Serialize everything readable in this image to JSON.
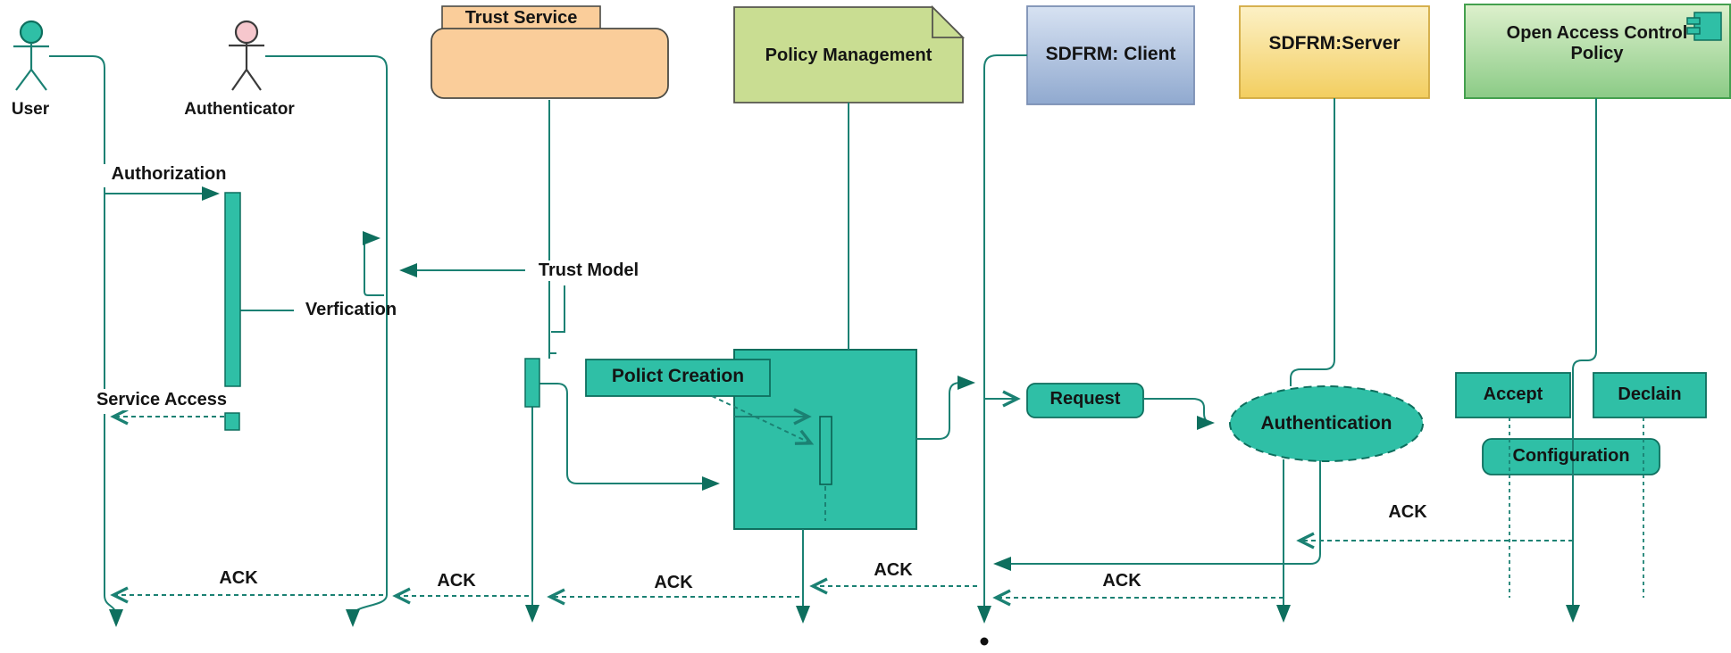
{
  "diagram": {
    "actors": {
      "user": "User",
      "authenticator": "Authenticator"
    },
    "components": {
      "trust_service": "Trust Service",
      "policy_management": "Policy Management",
      "sdfrm_client": "SDFRM: Client",
      "sdfrm_server": "SDFRM:Server",
      "open_access_control_policy": "Open Access Control Policy"
    },
    "messages": {
      "authorization": "Authorization",
      "verification": "Verfication",
      "trust_model": "Trust Model",
      "service_access": "Service Access",
      "policy_creation": "Polict Creation",
      "request": "Request",
      "authentication": "Authentication",
      "accept": "Accept",
      "declain": "Declain",
      "configuration": "Configuration",
      "ack": "ACK"
    },
    "colors": {
      "teal_fill": "#2FBFA6",
      "teal_dark": "#0E6F5E",
      "line": "#1B8173",
      "trust_orange": "#FACD9A",
      "note_green": "#C9DD92",
      "client_blue_top": "#D7E2F2",
      "client_blue_bottom": "#90A9CF",
      "server_yellow_top": "#FCF1C6",
      "server_yellow_bottom": "#F3CE60",
      "open_green_top": "#DDF0CC",
      "open_green_bottom": "#8BCB86",
      "actor_head_pink": "#F6C7CD",
      "text": "#141414"
    }
  }
}
